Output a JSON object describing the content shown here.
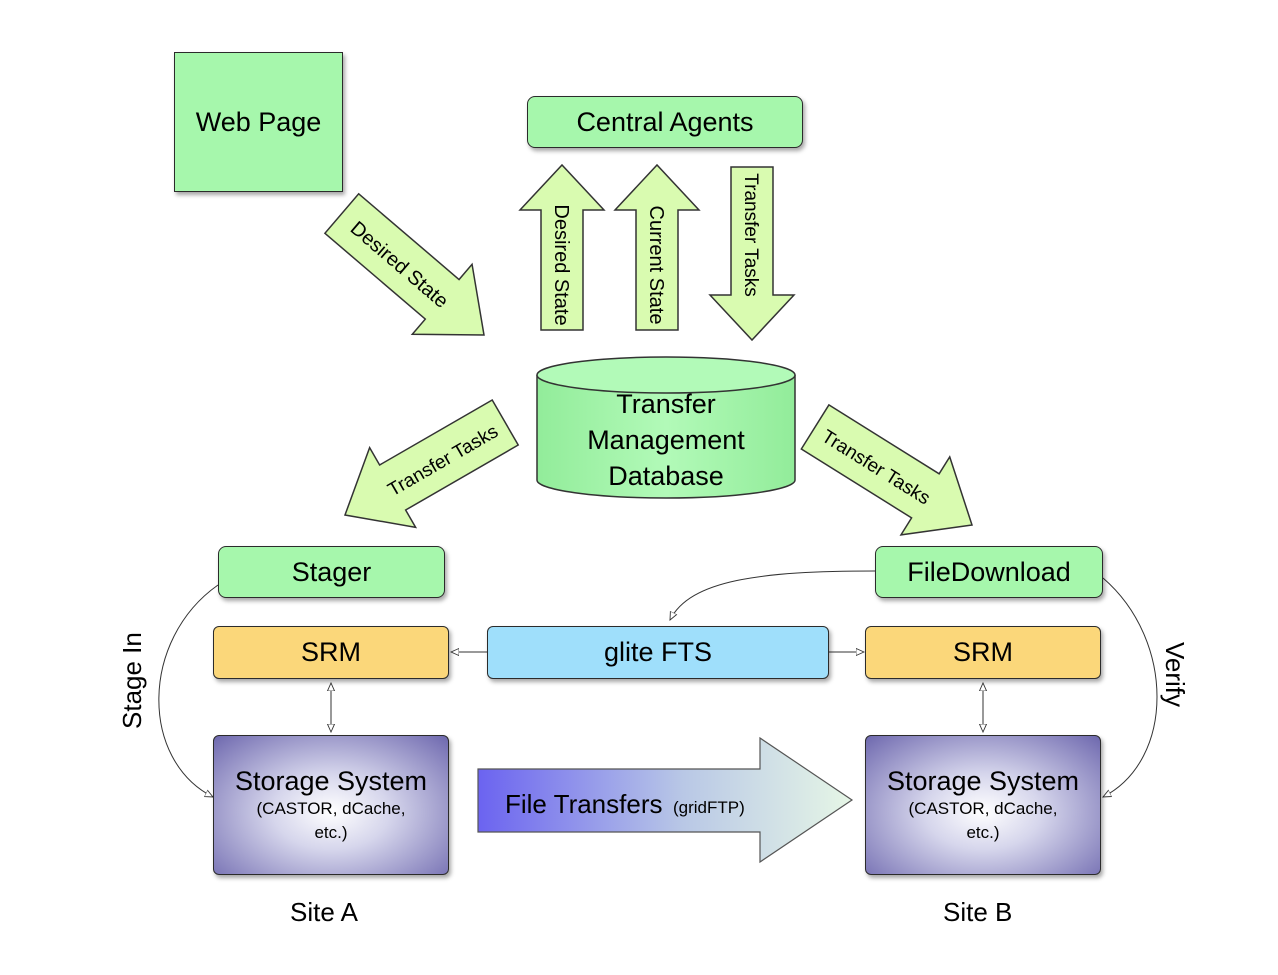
{
  "nodes": {
    "web_page": "Web Page",
    "central_agents": "Central Agents",
    "tmdb": [
      "Transfer",
      "Management",
      "Database"
    ],
    "stager": "Stager",
    "file_download": "FileDownload",
    "srm_a": "SRM",
    "srm_b": "SRM",
    "glite_fts": "glite FTS",
    "storage_a": {
      "title": "Storage System",
      "line1": "(CASTOR, dCache,",
      "line2": "etc.)"
    },
    "storage_b": {
      "title": "Storage System",
      "line1": "(CASTOR, dCache,",
      "line2": "etc.)"
    }
  },
  "arrows": {
    "desired_state_diag": "Desired State",
    "desired_state_up": "Desired State",
    "current_state_up": "Current State",
    "transfer_tasks_down": "Transfer Tasks",
    "transfer_tasks_left": "Transfer Tasks",
    "transfer_tasks_right": "Transfer Tasks",
    "file_transfers": "File Transfers",
    "file_transfers_sub": "(gridFTP)"
  },
  "labels": {
    "site_a": "Site A",
    "site_b": "Site B",
    "stage_in": "Stage In",
    "verify": "Verify"
  },
  "colors": {
    "green_fill": "#a6f7ac",
    "arrow_fill": "#d9fbb0",
    "srm_fill": "#fbd77a",
    "fts_fill": "#9fdffb",
    "storage_fill": "#7e79b8",
    "file_transfer_start": "#6b63f0"
  }
}
